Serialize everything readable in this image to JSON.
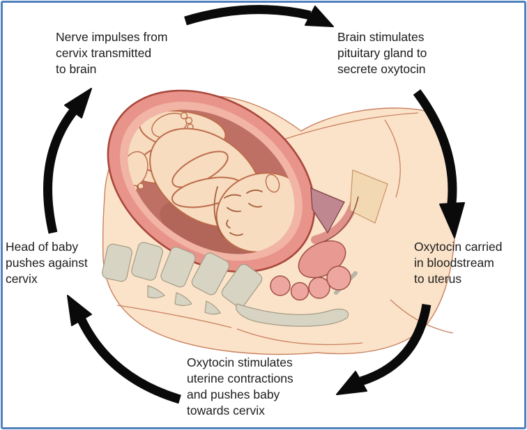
{
  "cycle": {
    "steps": [
      {
        "name": "nerve-impulses-to-brain",
        "label": "Nerve impulses from\ncervix transmitted\nto brain"
      },
      {
        "name": "brain-stimulates-pituitary",
        "label": "Brain stimulates\npituitary gland to\nsecrete oxytocin"
      },
      {
        "name": "oxytocin-carried-bloodstream",
        "label": "Oxytocin carried\nin bloodstream\nto uterus"
      },
      {
        "name": "oxytocin-stimulates-contractions",
        "label": "Oxytocin stimulates\nuterine contractions\nand pushes baby\ntowards cervix"
      },
      {
        "name": "head-pushes-cervix",
        "label": "Head of baby\npushes against\ncervix"
      }
    ]
  },
  "illustration": {
    "name": "fetus-in-utero-sagittal-illustration"
  },
  "colors": {
    "border": "#4f81bd",
    "text": "#1c1c1c",
    "arrow": "#0a0a0a",
    "skin": "#fbe3c9",
    "skin-outline": "#c9805f",
    "uterus-wall": "#e8948a",
    "uterus-outline": "#a8473c",
    "uterus-rim": "#f2b4a5",
    "amnio": "#bf7065",
    "baby-skin": "#f7dcbf",
    "baby-outline": "#bc6b4a",
    "bone": "#d8d4c3",
    "bone-outline": "#a39b85",
    "tissue": "#eda7a0",
    "tissue-outline": "#a14f44",
    "bladder": "#bf8790"
  }
}
